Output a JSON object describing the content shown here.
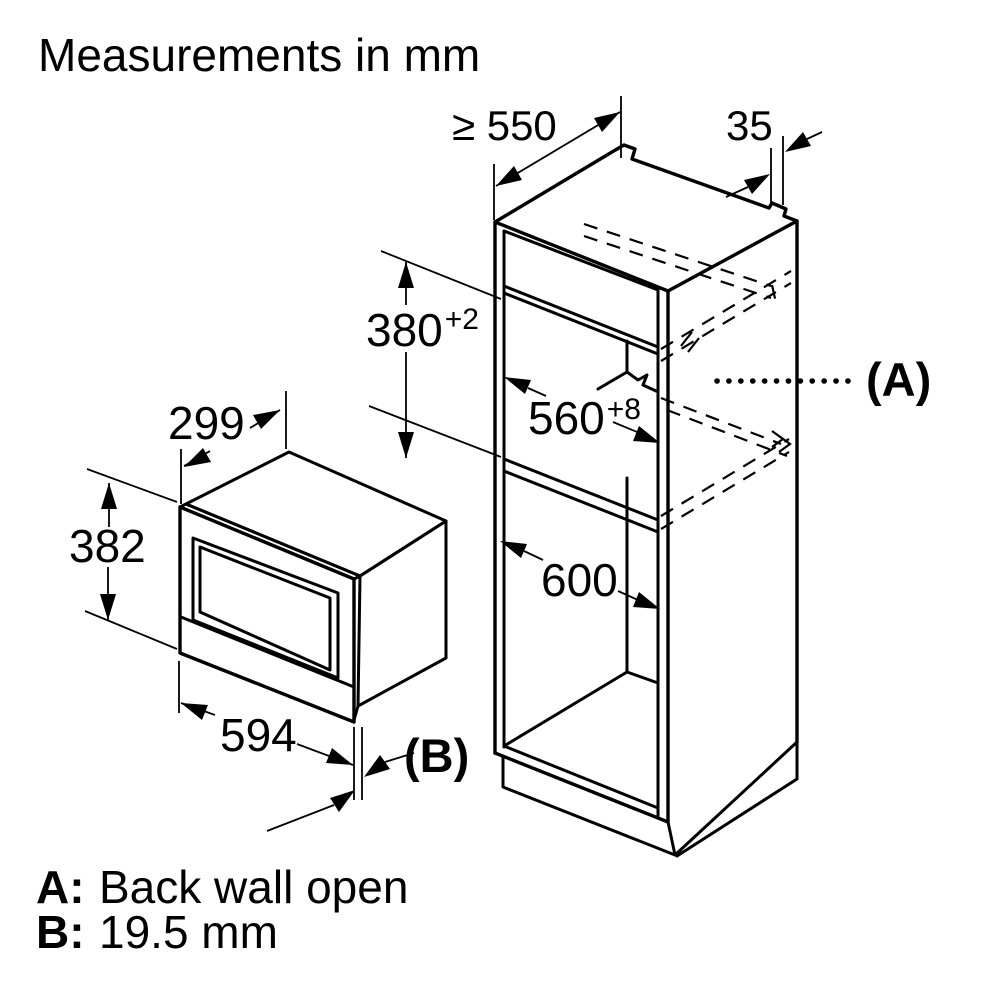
{
  "title": "Measurements in mm",
  "colors": {
    "line": "#000000",
    "background": "#ffffff"
  },
  "cabinet": {
    "min_depth": "≥ 550",
    "rear_strip_width": "35",
    "niche_height": {
      "value": "380",
      "tolerance": "+2"
    },
    "niche_width": {
      "value": "560",
      "tolerance": "+8"
    },
    "lower_compartment_width": "600",
    "back_label": "(A)"
  },
  "appliance": {
    "depth": "299",
    "height": "382",
    "width": "594",
    "door_label": "(B)"
  },
  "legend": {
    "a_key": "A:",
    "a_text": "Back wall open",
    "b_key": "B:",
    "b_text": "19.5 mm"
  }
}
